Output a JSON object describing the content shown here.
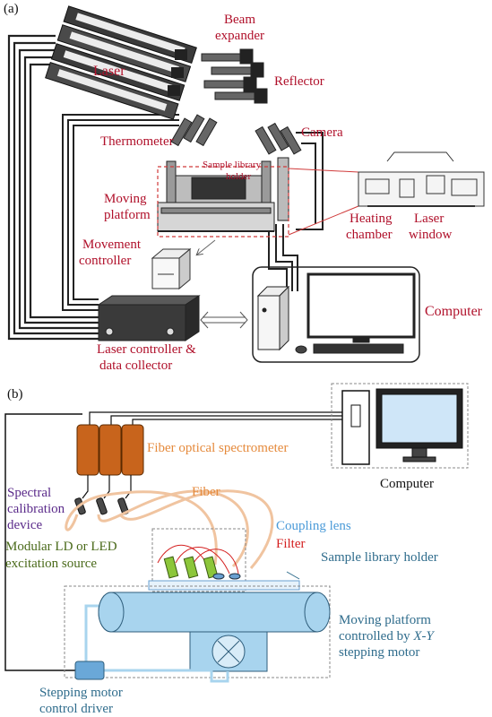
{
  "panel_a": {
    "tag": "(a)",
    "laser": "Laser",
    "beam_expander_1": "Beam",
    "beam_expander_2": "expander",
    "reflector": "Reflector",
    "thermometer": "Thermometer",
    "camera": "Camera",
    "sample_library_1": "Sample library",
    "sample_library_2": "holder",
    "moving_platform_1": "Moving",
    "moving_platform_2": "platform",
    "movement_controller_1": "Movement",
    "movement_controller_2": "controller",
    "heating_chamber_1": "Heating",
    "heating_chamber_2": "chamber",
    "laser_window_1": "Laser",
    "laser_window_2": "window",
    "computer": "Computer",
    "laser_controller_1": "Laser controller &",
    "laser_controller_2": "data collector"
  },
  "panel_b": {
    "tag": "(b)",
    "fiber_spectrometer": "Fiber optical spectrometer",
    "computer": "Computer",
    "fiber": "Fiber",
    "spectral_1": "Spectral",
    "spectral_2": "calibration",
    "spectral_3": "device",
    "coupling_lens": "Coupling lens",
    "filter": "Filter",
    "sample_holder": "Sample library holder",
    "modular_1": "Modular LD or LED",
    "modular_2": "excitation source",
    "moving_platform_1": "Moving platform",
    "moving_platform_2_pre": "controlled by ",
    "moving_platform_2_em": "X-Y",
    "moving_platform_3": "stepping motor",
    "stepping_driver_1": "Stepping motor",
    "stepping_driver_2": "control driver"
  },
  "colors": {
    "label_red": "#b0102a",
    "fiber_orange": "#e58a3c",
    "platform_blue": "#a8d4ee",
    "spectrometer_brown": "#c8641c"
  }
}
